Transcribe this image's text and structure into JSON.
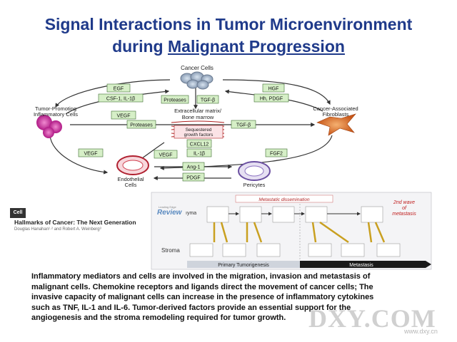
{
  "title": {
    "line1": "Signal Interactions in Tumor Microenvironment",
    "line2_prefix": "during ",
    "line2_underlined": "Malignant Progression"
  },
  "diagram": {
    "cancer_cells": "Cancer Cells",
    "ecm_line1": "Extracellular matrix/",
    "ecm_line2": "Bone marrow",
    "sequestered_line1": "Sequestered",
    "sequestered_line2": "growth factors",
    "inflam_line1": "Tumor-Promoting",
    "inflam_line2": "Inflammatory Cells",
    "caf_line1": "Cancer-Associated",
    "caf_line2": "Fibroblasts",
    "endo_line1": "Endothelial",
    "endo_line2": "Cells",
    "pericytes": "Pericytes",
    "factors": {
      "egf": "EGF",
      "csf": "CSF-1, IL-1β",
      "vegf_left": "VEGF",
      "proteases_top": "Proteases",
      "tgfb_top": "TGF-β",
      "proteases_mid": "Proteases",
      "tgfb_mid": "TGF-β",
      "hgf": "HGF",
      "hh_pdgf": "Hh, PDGF",
      "cxcl12": "CXCL12",
      "il1b": "IL-1β",
      "vegf_bottom_left": "VEGF",
      "vegf_center": "VEGF",
      "fgf2": "FGF2",
      "ang1": "Ang-1",
      "pdgf": "PDGF"
    }
  },
  "paper": {
    "journal": "Cell",
    "title": "Hallmarks of Cancer: The Next Generation",
    "authors": "Douglas Hanahan¹·² and Robert A. Weinberg³"
  },
  "inset": {
    "banner": "Metastatic dissemination",
    "review": "Review",
    "leading_edge": "Leading Edge",
    "ncyma": "ıyma",
    "stroma": "Stroma",
    "second_wave_1": "2nd wave",
    "second_wave_2": "of",
    "second_wave_3": "metastasis",
    "primary": "Primary Tumorigenesis",
    "metastasis": "Metastasis"
  },
  "caption": {
    "line1": "Inflammatory mediators and cells are involved in the migration, invasion and metastasis of",
    "line2": "malignant cells. Chemokine receptors and ligands direct the movement of cancer cells; The",
    "line3": "invasive capacity of malignant cells can increase in the presence of inflammatory cytokines",
    "line4": "such as TNF, IL-1 and IL-6.    Tumor-derived factors provide an essential support for the",
    "line5": "angiogenesis and the stroma remodeling required for tumor growth."
  },
  "watermark": {
    "main": "DXY.COM",
    "small": "www.dxy.cn"
  },
  "colors": {
    "title": "#1f3a8a",
    "factor_box": "#d6efc7",
    "factor_border": "#3c6b30"
  }
}
